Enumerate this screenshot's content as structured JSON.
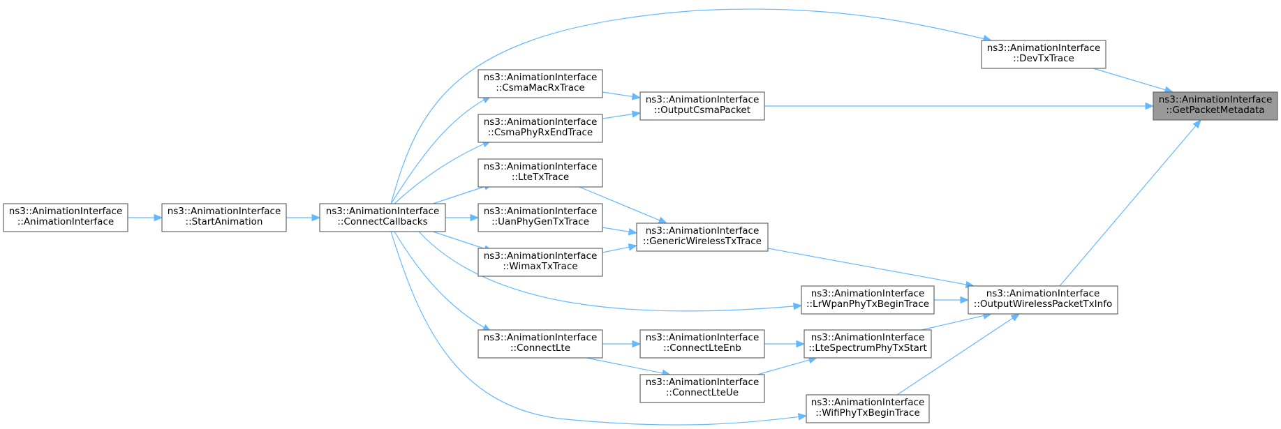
{
  "nodes": {
    "getPacketMetadata": [
      "ns3::AnimationInterface",
      "::GetPacketMetadata"
    ],
    "devTxTrace": [
      "ns3::AnimationInterface",
      "::DevTxTrace"
    ],
    "outputCsmaPacket": [
      "ns3::AnimationInterface",
      "::OutputCsmaPacket"
    ],
    "outputWirelessPacketTxInfo": [
      "ns3::AnimationInterface",
      "::OutputWirelessPacketTxInfo"
    ],
    "csmaMacRxTrace": [
      "ns3::AnimationInterface",
      "::CsmaMacRxTrace"
    ],
    "csmaPhyRxEndTrace": [
      "ns3::AnimationInterface",
      "::CsmaPhyRxEndTrace"
    ],
    "lteTxTrace": [
      "ns3::AnimationInterface",
      "::LteTxTrace"
    ],
    "uanPhyGenTxTrace": [
      "ns3::AnimationInterface",
      "::UanPhyGenTxTrace"
    ],
    "wimaxTxTrace": [
      "ns3::AnimationInterface",
      "::WimaxTxTrace"
    ],
    "genericWirelessTxTrace": [
      "ns3::AnimationInterface",
      "::GenericWirelessTxTrace"
    ],
    "lrWpanPhyTxBeginTrace": [
      "ns3::AnimationInterface",
      "::LrWpanPhyTxBeginTrace"
    ],
    "lteSpectrumPhyTxStart": [
      "ns3::AnimationInterface",
      "::LteSpectrumPhyTxStart"
    ],
    "wifiPhyTxBeginTrace": [
      "ns3::AnimationInterface",
      "::WifiPhyTxBeginTrace"
    ],
    "connectLte": [
      "ns3::AnimationInterface",
      "::ConnectLte"
    ],
    "connectLteEnb": [
      "ns3::AnimationInterface",
      "::ConnectLteEnb"
    ],
    "connectLteUe": [
      "ns3::AnimationInterface",
      "::ConnectLteUe"
    ],
    "connectCallbacks": [
      "ns3::AnimationInterface",
      "::ConnectCallbacks"
    ],
    "startAnimation": [
      "ns3::AnimationInterface",
      "::StartAnimation"
    ],
    "animationInterface": [
      "ns3::AnimationInterface",
      "::AnimationInterface"
    ]
  }
}
